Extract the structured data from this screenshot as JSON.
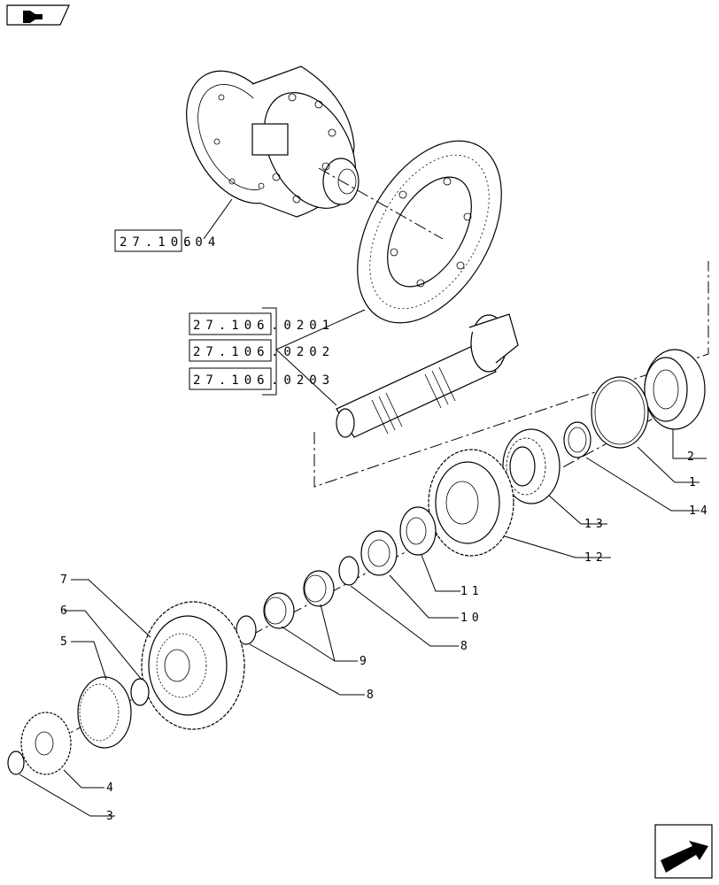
{
  "ref_boxes": [
    {
      "code": "27.106",
      "suffix": ".04"
    },
    {
      "code": "27.106",
      "suffix": ".0201"
    },
    {
      "code": "27.106",
      "suffix": ".0202"
    },
    {
      "code": "27.106",
      "suffix": ".0203"
    }
  ],
  "callouts": {
    "c1": "1",
    "c2": "2",
    "c3": "3",
    "c4": "4",
    "c5": "5",
    "c6": "6",
    "c7": "7",
    "c8a": "8",
    "c8b": "8",
    "c9": "9",
    "c10": "10",
    "c11": "11",
    "c12": "12",
    "c13": "13",
    "c14": "14"
  },
  "icons": {
    "top_left": "book-arrow-icon",
    "bottom_right": "next-page-arrow-icon"
  }
}
